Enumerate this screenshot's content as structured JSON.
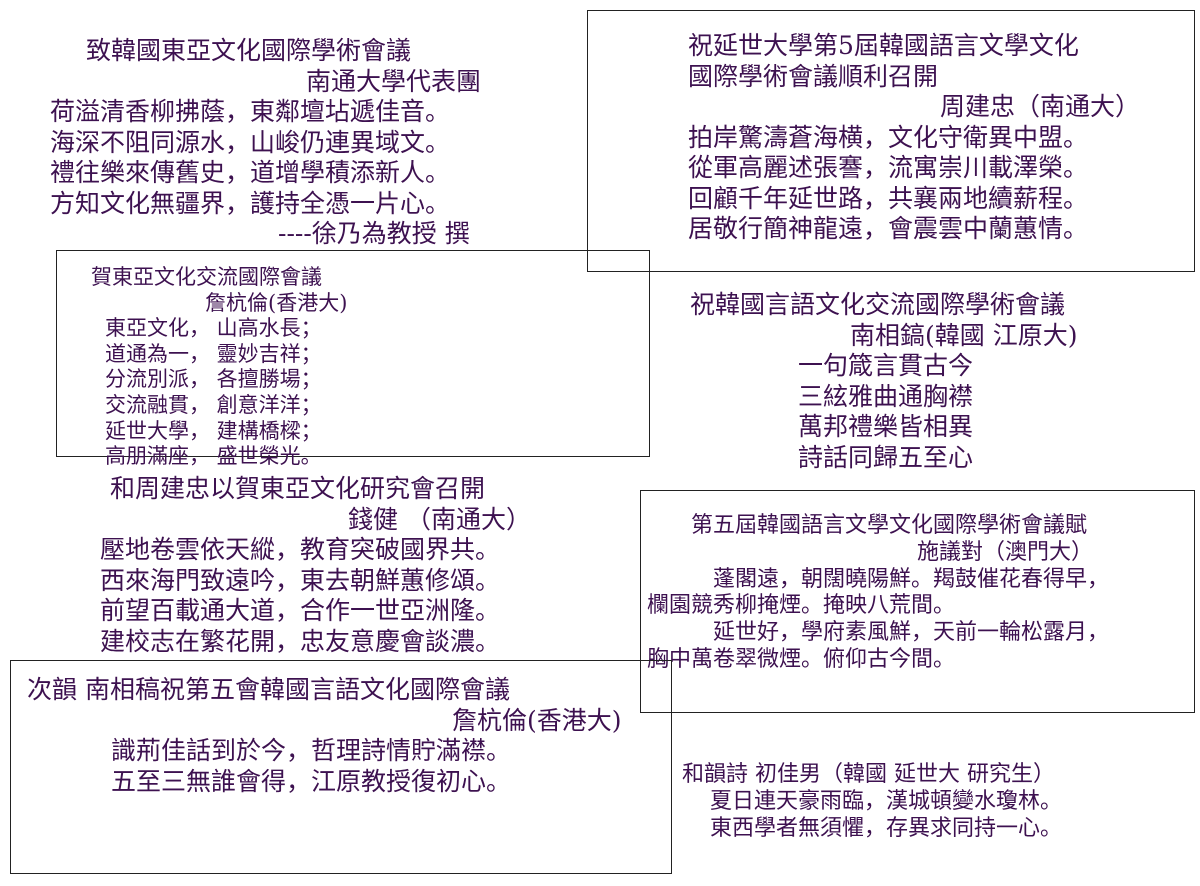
{
  "poems": [
    {
      "title": "致韓國東亞文化國際學術會議",
      "author": "南通大學代表團",
      "lines": [
        "荷溢清香柳拂蔭，東鄰壇坫遞佳音。",
        "海深不阻同源水，山峻仍連異域文。",
        "禮往樂來傳舊史，道增學積添新人。",
        "方知文化無疆界，護持全憑一片心。"
      ],
      "signature": "----徐乃為教授  撰"
    },
    {
      "title_lines": [
        "祝延世大學第5屆韓國語言文學文化",
        "國際學術會議順利召開"
      ],
      "author": "周建忠（南通大）",
      "lines": [
        "拍岸驚濤蒼海横，文化守衛異中盟。",
        "從軍高麗述張謇，流寓崇川載澤榮。",
        "回顧千年延世路，共襄兩地續薪程。",
        "居敬行簡神龍遠，會震雲中蘭蕙情。"
      ]
    },
    {
      "title": "賀東亞文化交流國際會議",
      "author": "詹杭倫(香港大)",
      "lines": [
        "東亞文化，  山高水長；",
        "道通為一，  靈妙吉祥；",
        "分流別派，  各擅勝場；",
        "交流融貫，  創意洋洋；",
        "延世大學，  建構橋樑；",
        "高朋滿座，  盛世榮光。"
      ]
    },
    {
      "title": "祝韓國言語文化交流國際學術會議",
      "author": "南相鎬(韓國  江原大)",
      "lines": [
        "一句箴言貫古今",
        "三絃雅曲通胸襟",
        "萬邦禮樂皆相異",
        "詩話同歸五至心"
      ]
    },
    {
      "title": "和周建忠以賀東亞文化研究會召開",
      "author": "錢健  （南通大）",
      "lines": [
        "壓地卷雲依天縱，教育突破國界共。",
        "西來海門致遠吟，東去朝鮮蕙修頌。",
        "前望百載通大道，合作一世亞洲隆。",
        "建校志在繁花開，忠友意慶會談濃。"
      ]
    },
    {
      "title": "第五屆韓國語言文學文化國際學術會議賦",
      "author": "施議對（澳門大）",
      "lines": [
        "蓬閣遠，朝闊曉陽鮮。羯鼓催花春得早，",
        "欄園競秀柳掩煙。掩映八荒間。",
        "延世好，學府素風鮮，天前一輪松露月，",
        "胸中萬卷翠微煙。俯仰古今間。"
      ]
    },
    {
      "title": "次韻  南相稿祝第五會韓國言語文化國際會議",
      "author": "詹杭倫(香港大)",
      "lines": [
        "識荊佳話到於今，哲理詩情貯滿襟。",
        "五至三無誰會得，江原教授復初心。"
      ]
    },
    {
      "title": "和韻詩  初佳男（韓國  延世大  研究生）",
      "lines": [
        "夏日連天豪雨臨，漢城頓變水瓊林。",
        "東西學者無須懼，存異求同持一心。"
      ]
    }
  ]
}
